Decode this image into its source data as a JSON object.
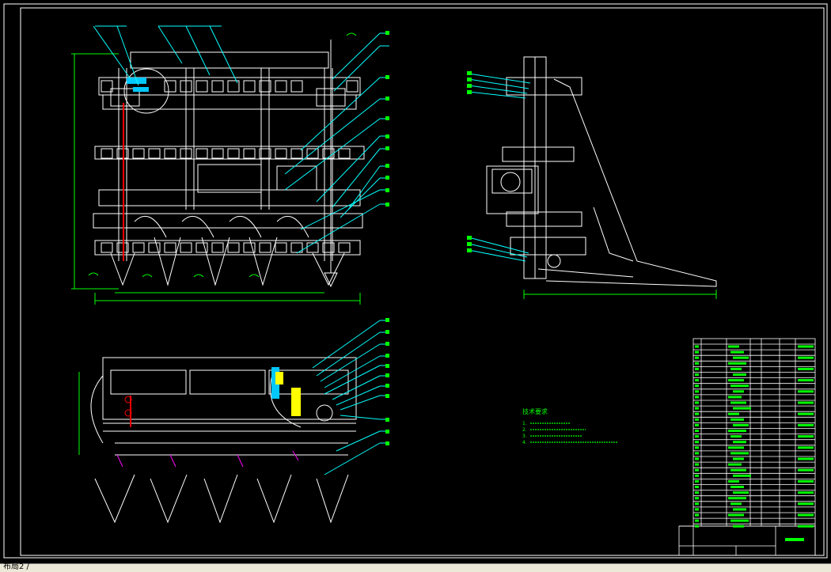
{
  "app": {
    "layout_tab_label": "布局2 /"
  },
  "drawing": {
    "tech_requirements_title": "技术要求",
    "tech_requirements_items": [
      "1.",
      "2.",
      "3.",
      "4."
    ]
  },
  "colors": {
    "background": "#000000",
    "frame": "#ffffff",
    "leader": "#00ffff",
    "dimension": "#00ff00",
    "highlight_cyan": "#00c8ff",
    "highlight_yellow": "#ffff00",
    "accent_red": "#ff0000",
    "accent_magenta": "#ff00ff"
  }
}
